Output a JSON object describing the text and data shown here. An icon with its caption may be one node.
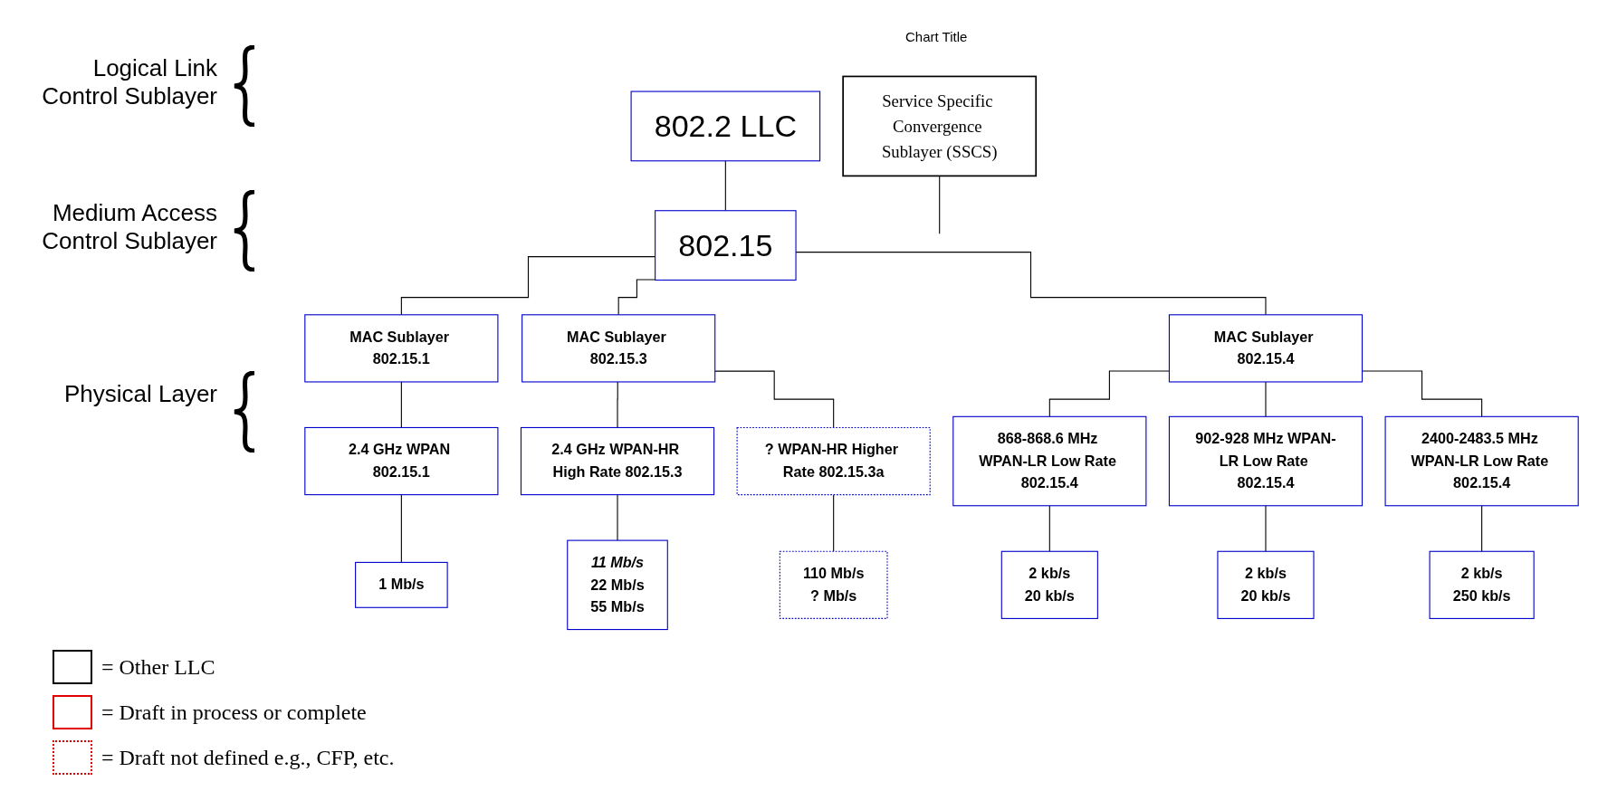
{
  "diagram": {
    "nodes": [
      {
        "text": [
          "802.2 LLC"
        ]
      },
      {
        "text": [
          "Service Specific Convergence Sublayer (SSCS)"
        ]
      },
      {
        "text": [
          "802.15"
        ]
      },
      {
        "text": [
          "MAC Sublayer 802.15.1"
        ]
      },
      {
        "text": [
          "MAC Sublayer 802.15.3"
        ]
      },
      {
        "text": [
          "MAC Sublayer 802.15.4"
        ]
      },
      {
        "text": [
          "2.4 GHz WPAN 802.15.1"
        ]
      },
      {
        "text": [
          "2.4 GHz WPAN-HR High Rate 802.15.3"
        ]
      },
      {
        "text": [
          "? WPAN-HR Higher Rate 802.15.3a"
        ]
      },
      {
        "text": [
          "868-868.6 MHz WPAN-LR Low Rate 802.15.4"
        ]
      },
      {
        "text": [
          "902-928 MHz WPAN-LR Low Rate 802.15.4"
        ]
      },
      {
        "text": [
          "2400-2483.5 MHz WPAN-LR Low Rate 802.15.4"
        ]
      },
      {
        "text": [
          "1 Mb/s"
        ]
      },
      {
        "text": [
          "11 Mb/s",
          "22 Mb/s",
          "55 Mb/s"
        ]
      },
      {
        "text": [
          "110 Mb/s",
          "? Mb/s"
        ]
      },
      {
        "text": [
          "2 kb/s",
          "20 kb/s"
        ]
      },
      {
        "text": [
          "2 kb/s",
          "20 kb/s"
        ]
      },
      {
        "text": [
          "2 kb/s",
          "250 kb/s"
        ]
      }
    ],
    "edges": [
      {
        "from": 0,
        "to": 2,
        "arrow": "none"
      },
      {
        "from": 1,
        "to": null,
        "arrow": "none"
      },
      {
        "from": 2,
        "to": 3,
        "arrow": "none"
      },
      {
        "from": 2,
        "to": 4,
        "arrow": "none"
      },
      {
        "from": 2,
        "to": 5,
        "arrow": "none"
      },
      {
        "from": 3,
        "to": 6,
        "arrow": "none"
      },
      {
        "from": 4,
        "to": 7,
        "arrow": "none"
      },
      {
        "from": 4,
        "to": 8,
        "arrow": "none"
      },
      {
        "from": 5,
        "to": 9,
        "arrow": "none"
      },
      {
        "from": 5,
        "to": 10,
        "arrow": "none"
      },
      {
        "from": 5,
        "to": 11,
        "arrow": "none"
      },
      {
        "from": 6,
        "to": 12,
        "arrow": "none"
      },
      {
        "from": 7,
        "to": 13,
        "arrow": "none"
      },
      {
        "from": 8,
        "to": 14,
        "arrow": "none"
      },
      {
        "from": 9,
        "to": 15,
        "arrow": "none"
      },
      {
        "from": 10,
        "to": 16,
        "arrow": "none"
      },
      {
        "from": 11,
        "to": 17,
        "arrow": "none"
      }
    ],
    "labels": [
      "Chart Title",
      "Logical Link Control Sublayer",
      "Medium Access Control Sublayer",
      "Physical Layer"
    ],
    "legend": [
      {
        "text": "= Other LLC"
      },
      {
        "text": "= Draft in process or complete"
      },
      {
        "text": "= Draft not defined e.g., CFP, etc."
      }
    ]
  }
}
